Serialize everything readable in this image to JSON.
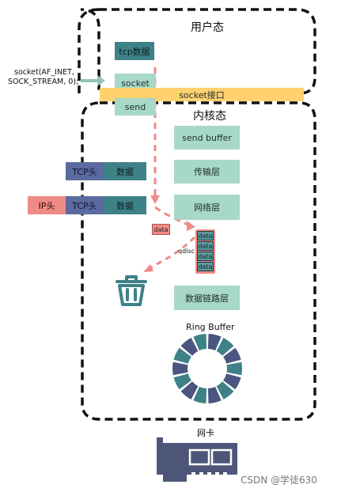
{
  "regions": {
    "user_space": "用户态",
    "kernel_space": "内核态"
  },
  "user_boxes": {
    "tcp_data": "tcp数据",
    "socket": "socket",
    "send": "send"
  },
  "socket_call": {
    "line1": "socket(AF_INET,",
    "line2": "SOCK_STREAM, 0);"
  },
  "socket_interface": "socket接口",
  "kernel_boxes": {
    "send_buffer": "send buffer",
    "transport_layer": "传输层",
    "network_layer": "网络层",
    "datalink_layer": "数据链路层"
  },
  "packets": {
    "tcp_header": "TCP头",
    "data": "数据",
    "ip_header": "IP头"
  },
  "qdisc": {
    "label": "qdisc",
    "item": "data",
    "items": [
      "data",
      "data",
      "data",
      "data"
    ],
    "incoming": "data"
  },
  "ring_buffer": {
    "label": "Ring Buffer",
    "segments": 14
  },
  "nic_label": "网卡",
  "watermark": "CSDN @学徒630",
  "colors": {
    "mint": "#a8d8c8",
    "teal": "#3e8288",
    "navy": "#5b6aa0",
    "pink": "#f08a86",
    "yellow": "#ffd26e",
    "trash": "#3e8288",
    "ring_navy": "#4a5580",
    "ring_teal": "#3e8288",
    "nic_card": "#4d5678"
  }
}
